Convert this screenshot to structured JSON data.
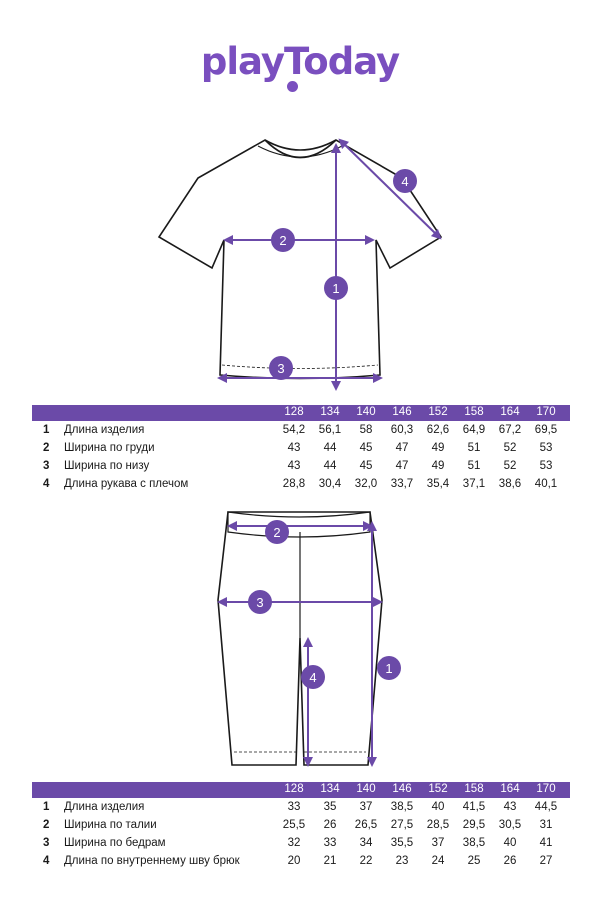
{
  "brand": {
    "logo_text": "playToday",
    "accent": "#6b4aa8"
  },
  "sizes": [
    "128",
    "134",
    "140",
    "146",
    "152",
    "158",
    "164",
    "170"
  ],
  "tshirt": {
    "markers": [
      "1",
      "2",
      "3",
      "4"
    ],
    "rows": [
      {
        "num": "1",
        "label": "Длина изделия",
        "values": [
          "54,2",
          "56,1",
          "58",
          "60,3",
          "62,6",
          "64,9",
          "67,2",
          "69,5"
        ]
      },
      {
        "num": "2",
        "label": "Ширина по груди",
        "values": [
          "43",
          "44",
          "45",
          "47",
          "49",
          "51",
          "52",
          "53"
        ]
      },
      {
        "num": "3",
        "label": "Ширина по низу",
        "values": [
          "43",
          "44",
          "45",
          "47",
          "49",
          "51",
          "52",
          "53"
        ]
      },
      {
        "num": "4",
        "label": "Длина рукава с плечом",
        "values": [
          "28,8",
          "30,4",
          "32,0",
          "33,7",
          "35,4",
          "37,1",
          "38,6",
          "40,1"
        ]
      }
    ]
  },
  "shorts": {
    "markers": [
      "1",
      "2",
      "3",
      "4"
    ],
    "rows": [
      {
        "num": "1",
        "label": "Длина изделия",
        "values": [
          "33",
          "35",
          "37",
          "38,5",
          "40",
          "41,5",
          "43",
          "44,5"
        ]
      },
      {
        "num": "2",
        "label": "Ширина по талии",
        "values": [
          "25,5",
          "26",
          "26,5",
          "27,5",
          "28,5",
          "29,5",
          "30,5",
          "31"
        ]
      },
      {
        "num": "3",
        "label": "Ширина по бедрам",
        "values": [
          "32",
          "33",
          "34",
          "35,5",
          "37",
          "38,5",
          "40",
          "41"
        ]
      },
      {
        "num": "4",
        "label": "Длина по внутреннему шву брюк",
        "values": [
          "20",
          "21",
          "22",
          "23",
          "24",
          "25",
          "26",
          "27"
        ]
      }
    ]
  }
}
